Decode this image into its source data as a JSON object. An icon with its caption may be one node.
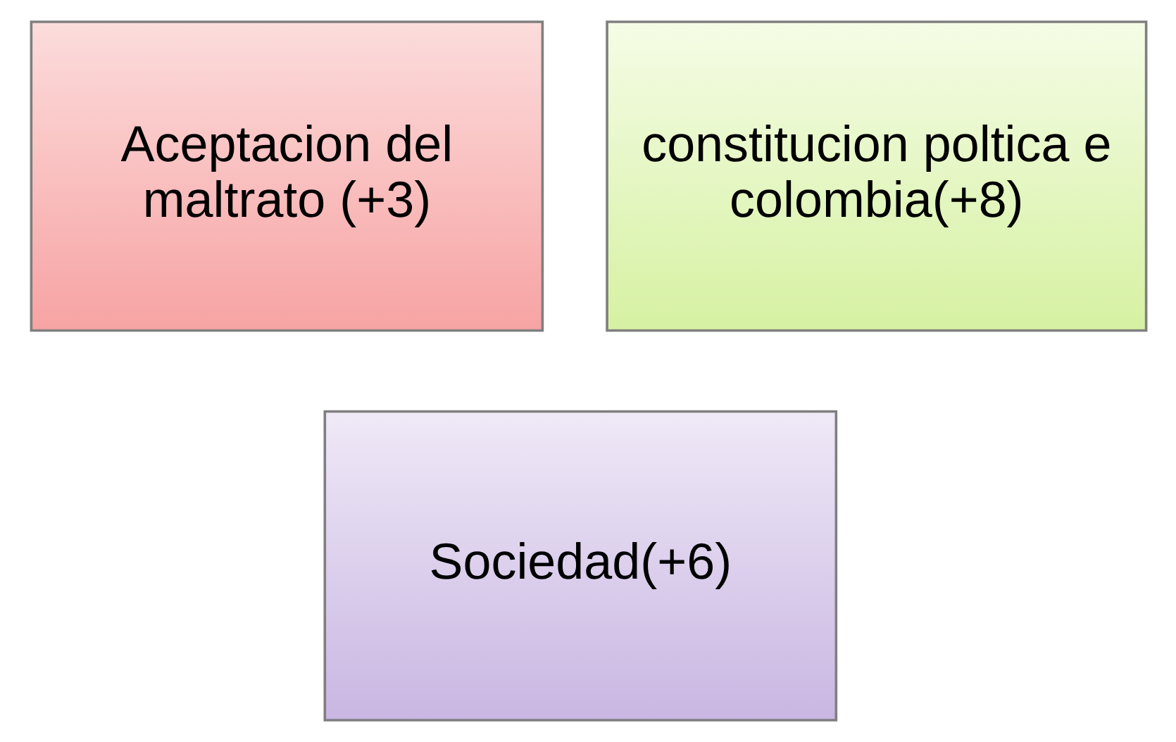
{
  "diagram": {
    "nodes": [
      {
        "text": [
          "Aceptacion del maltrato (+3)"
        ]
      },
      {
        "text": [
          "constitucion poltica e colombia(+8)"
        ]
      },
      {
        "text": [
          "Sociedad(+6)"
        ]
      }
    ],
    "edges": []
  }
}
